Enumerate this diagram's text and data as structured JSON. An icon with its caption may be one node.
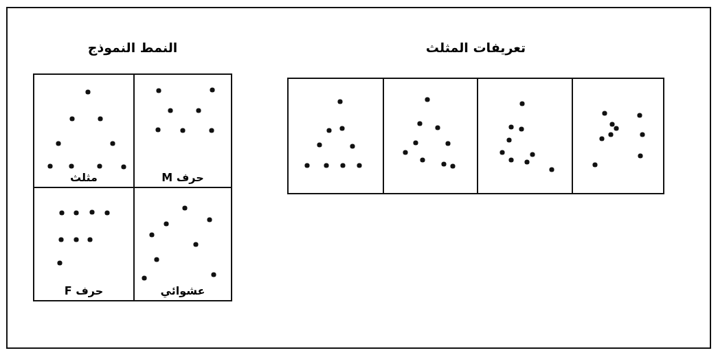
{
  "diagram": {
    "nodes": [
      {
        "text": [
          "النمط النموذج"
        ]
      },
      {
        "text": [
          "مثلث"
        ],
        "in": 0
      },
      {
        "text": [
          "حرف M"
        ],
        "in": 0
      },
      {
        "text": [
          "حرف F"
        ],
        "in": 0
      },
      {
        "text": [
          "عشوائي"
        ],
        "in": 0
      },
      {
        "text": [
          "تعريفات المثلث"
        ]
      },
      {
        "text": [],
        "shape": "box",
        "in": 5
      },
      {
        "text": [],
        "shape": "box",
        "in": 5
      },
      {
        "text": [],
        "shape": "box",
        "in": 5
      },
      {
        "text": [],
        "shape": "box",
        "in": 5
      }
    ]
  }
}
